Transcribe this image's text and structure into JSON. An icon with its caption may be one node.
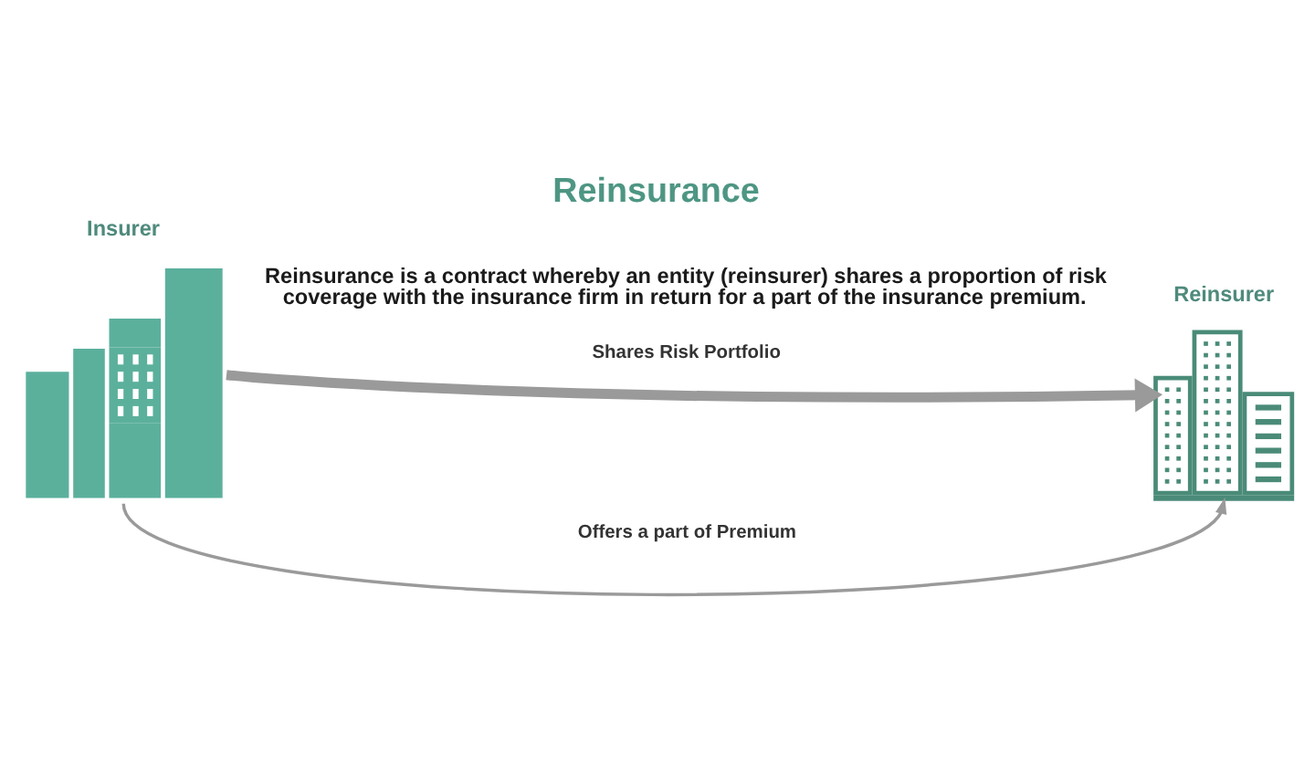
{
  "diagram": {
    "title": "Reinsurance",
    "nodes": [
      {
        "text": [
          "Insurer"
        ]
      },
      {
        "text": [
          "Reinsurer"
        ]
      }
    ],
    "edges": [
      {
        "from": 0,
        "to": 1,
        "arrow": "to",
        "label": "Shares Risk Portfolio",
        "style": "thick"
      },
      {
        "from": 0,
        "to": 1,
        "arrow": "to",
        "label": "Offers a part of Premium"
      }
    ],
    "labels": [
      "Reinsurance is a contract whereby an entity (reinsurer) shares a proportion of risk coverage with the insurance firm in return for a part of the insurance premium."
    ]
  }
}
